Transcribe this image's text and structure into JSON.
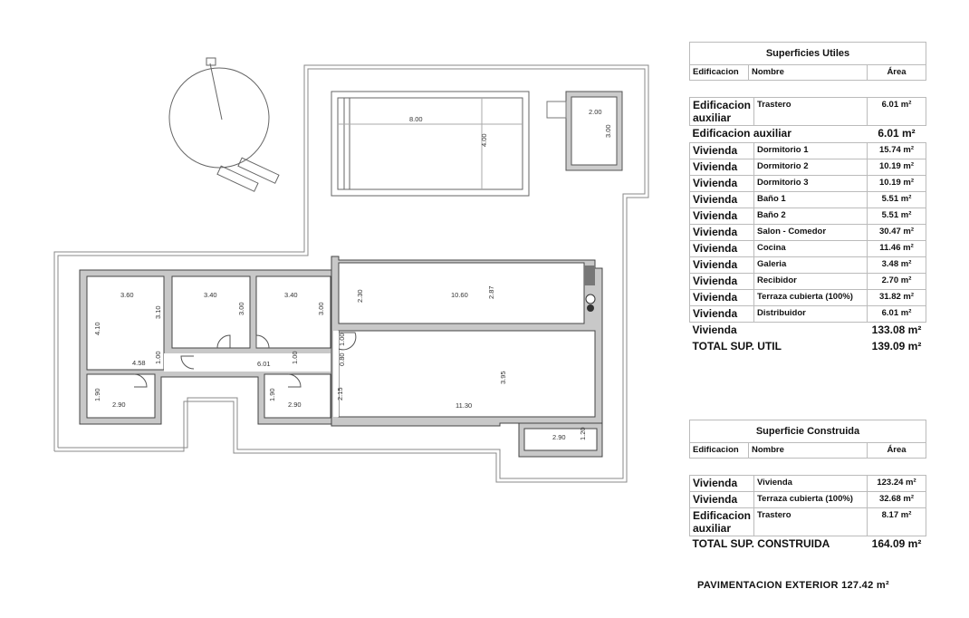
{
  "plan": {
    "dimensions": {
      "pool_length": "8.00",
      "pool_width": "4.00",
      "storage_width": "2.00",
      "storage_depth": "3.00",
      "bed1_width": "3.60",
      "bed1_depth": "4.10",
      "bed1_inner": "3.10",
      "bed2_width": "3.40",
      "bed2_depth": "3.00",
      "bed3_width": "3.40",
      "bed3_depth": "3.00",
      "corridor_left": "4.58",
      "corridor_left_h": "1.00",
      "corridor_right": "6.01",
      "corridor_right_h": "1.00",
      "bath1_width": "2.90",
      "bath1_depth": "1.90",
      "bath2_width": "2.90",
      "bath2_depth": "1.90",
      "hall_a": "1.00",
      "hall_b": "0.80",
      "hall_c": "2.15",
      "terrace_width": "10.60",
      "terrace_depth": "2.87",
      "terrace_side": "2.30",
      "living_width": "11.30",
      "living_depth": "3.95",
      "galeria_width": "2.90",
      "galeria_depth": "1.20"
    }
  },
  "superficies_utiles": {
    "title": "Superficies Utiles",
    "headers": [
      "Edificacion",
      "Nombre",
      "Área"
    ],
    "aux_rows": [
      {
        "edificacion": "Edificacion auxiliar",
        "nombre": "Trastero",
        "area": "6.01 m²"
      }
    ],
    "aux_subtotal": {
      "label": "Edificacion auxiliar",
      "area": "6.01 m²"
    },
    "rows": [
      {
        "edificacion": "Vivienda",
        "nombre": "Dormitorio 1",
        "area": "15.74 m²"
      },
      {
        "edificacion": "Vivienda",
        "nombre": "Dormitorio 2",
        "area": "10.19 m²"
      },
      {
        "edificacion": "Vivienda",
        "nombre": "Dormitorio 3",
        "area": "10.19 m²"
      },
      {
        "edificacion": "Vivienda",
        "nombre": "Baño 1",
        "area": "5.51 m²"
      },
      {
        "edificacion": "Vivienda",
        "nombre": "Baño 2",
        "area": "5.51 m²"
      },
      {
        "edificacion": "Vivienda",
        "nombre": "Salon - Comedor",
        "area": "30.47 m²"
      },
      {
        "edificacion": "Vivienda",
        "nombre": "Cocina",
        "area": "11.46 m²"
      },
      {
        "edificacion": "Vivienda",
        "nombre": "Galeria",
        "area": "3.48 m²"
      },
      {
        "edificacion": "Vivienda",
        "nombre": "Recibidor",
        "area": "2.70 m²"
      },
      {
        "edificacion": "Vivienda",
        "nombre": "Terraza cubierta (100%)",
        "area": "31.82 m²"
      },
      {
        "edificacion": "Vivienda",
        "nombre": "Distribuidor",
        "area": "6.01 m²"
      }
    ],
    "vivienda_subtotal": {
      "label": "Vivienda",
      "area": "133.08 m²"
    },
    "total": {
      "label": "TOTAL SUP. UTIL",
      "area": "139.09 m²"
    }
  },
  "superficie_construida": {
    "title": "Superficie Construida",
    "headers": [
      "Edificacion",
      "Nombre",
      "Área"
    ],
    "rows": [
      {
        "edificacion": "Vivienda",
        "nombre": "Vivienda",
        "area": "123.24 m²"
      },
      {
        "edificacion": "Vivienda",
        "nombre": "Terraza cubierta (100%)",
        "area": "32.68 m²"
      },
      {
        "edificacion": "Edificacion auxiliar",
        "nombre": "Trastero",
        "area": "8.17 m²"
      }
    ],
    "total": {
      "label": "TOTAL SUP. CONSTRUIDA",
      "area": "164.09 m²"
    }
  },
  "pavimentacion": "PAVIMENTACION EXTERIOR 127.42 m²"
}
